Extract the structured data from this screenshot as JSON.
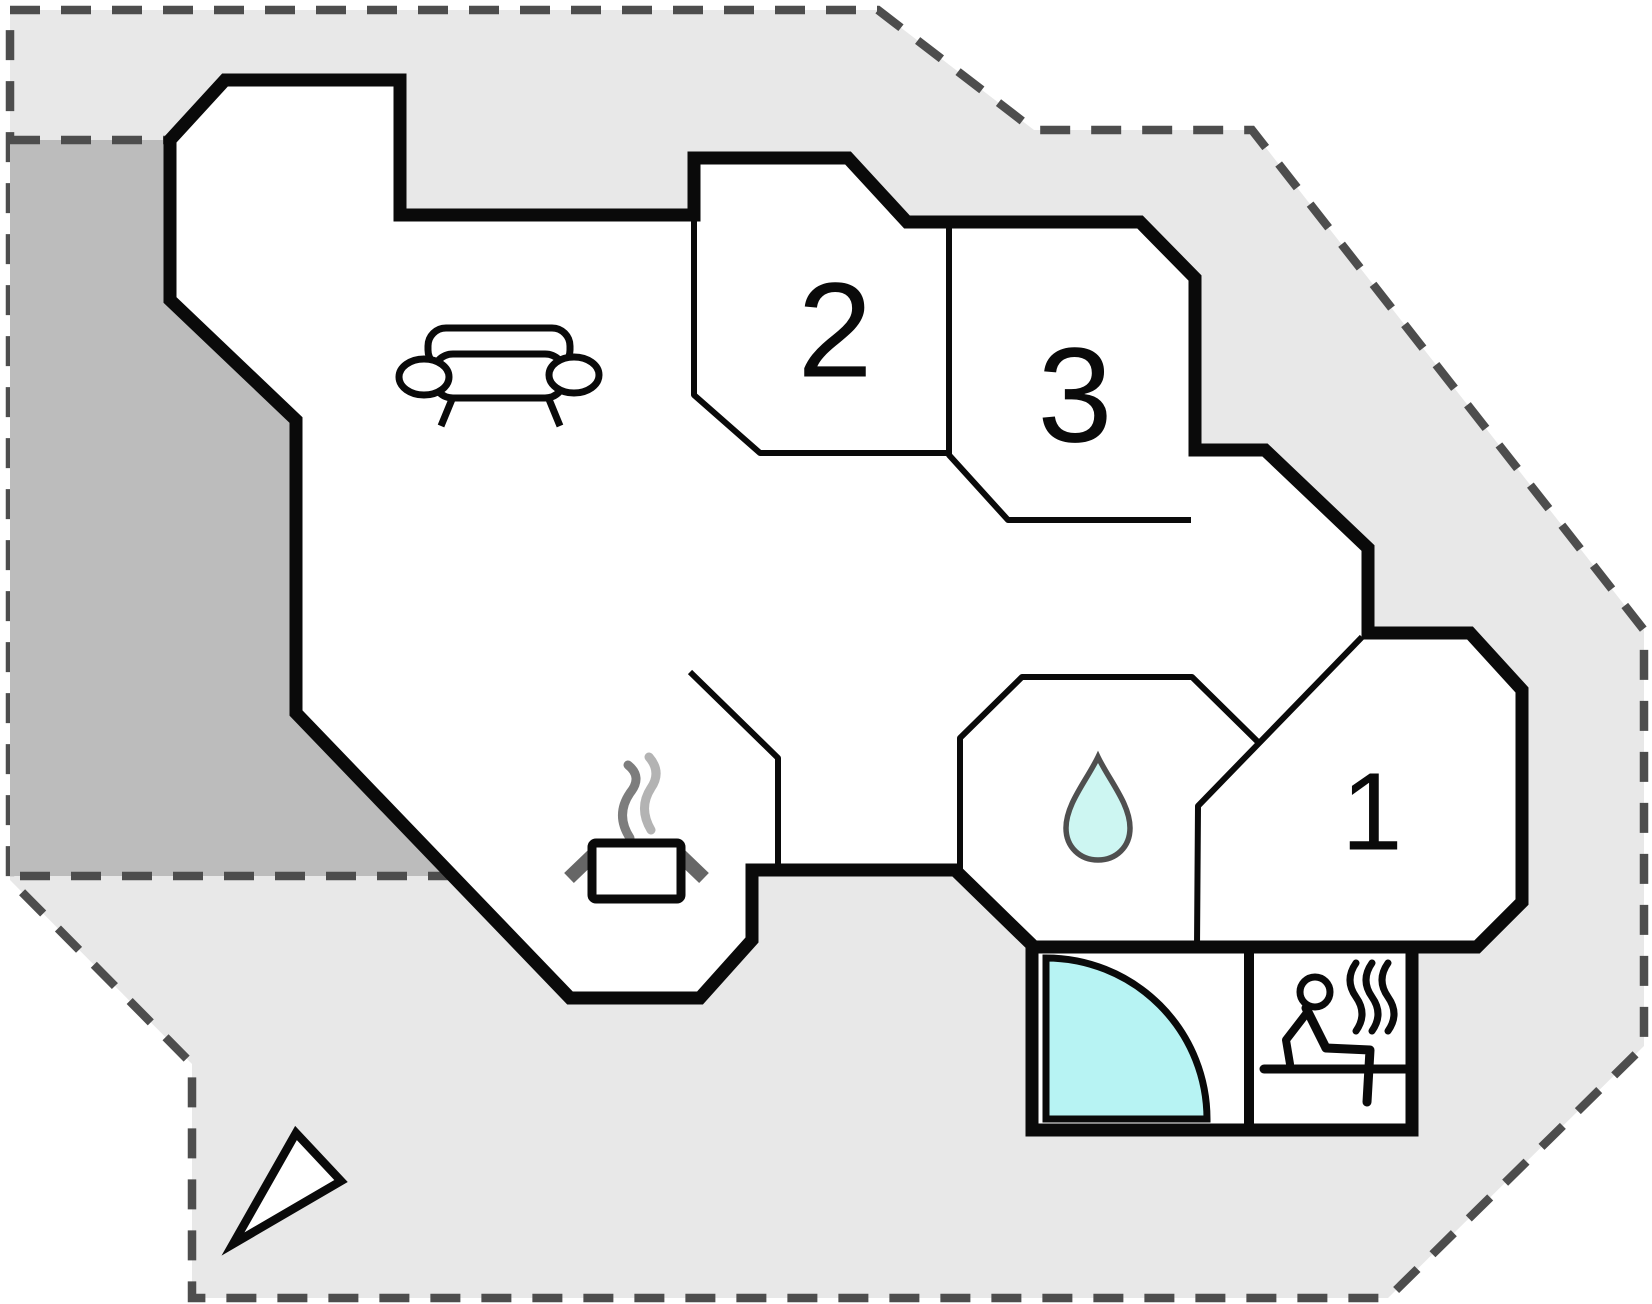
{
  "floorplan": {
    "title": "holiday-home-floor-plan",
    "rooms": [
      {
        "id": "bedroom-1",
        "number": "1"
      },
      {
        "id": "bedroom-2",
        "number": "2"
      },
      {
        "id": "bedroom-3",
        "number": "3"
      }
    ],
    "icons": [
      "sofa-icon",
      "stove-icon",
      "water-drop-icon",
      "shower-icon",
      "sauna-icon",
      "north-arrow-icon"
    ],
    "colors": {
      "plot_fill": "#e8e8e8",
      "terrace_fill": "#bcbcbc",
      "wall": "#0a0a0a",
      "boundary_dash": "#4d4d4d",
      "shower_fill": "#b7f3f3",
      "drop_fill": "#cdf6f2",
      "steam_dark": "#7d7d7d",
      "steam_light": "#b3b3b3"
    }
  }
}
